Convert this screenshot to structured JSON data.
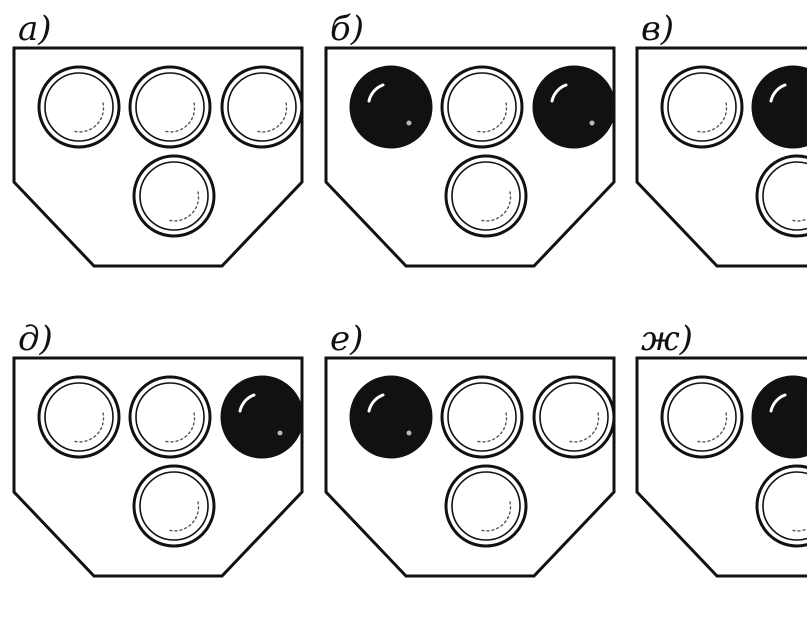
{
  "colors": {
    "ink": "#111111",
    "lamp_on": "#111111",
    "lamp_off": "#ffffff"
  },
  "panels": [
    {
      "label": "а)",
      "lamps": [
        "off",
        "off",
        "off",
        "off"
      ]
    },
    {
      "label": "б)",
      "lamps": [
        "on",
        "off",
        "on",
        "off"
      ]
    },
    {
      "label": "в)",
      "lamps": [
        "off",
        "on",
        "off",
        "off"
      ]
    },
    {
      "label": "д)",
      "lamps": [
        "off",
        "off",
        "on",
        "off"
      ]
    },
    {
      "label": "е)",
      "lamps": [
        "on",
        "off",
        "off",
        "off"
      ]
    },
    {
      "label": "ж)",
      "lamps": [
        "off",
        "on",
        "off",
        "off"
      ]
    }
  ]
}
